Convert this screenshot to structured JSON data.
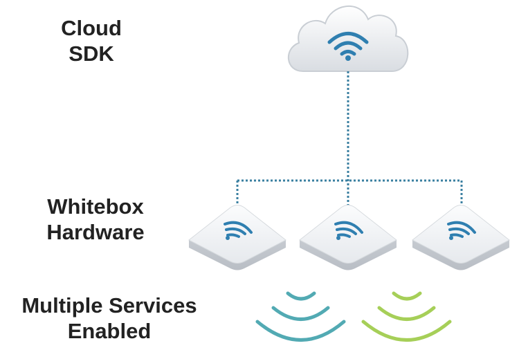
{
  "labels": {
    "cloud": [
      "Cloud",
      "SDK"
    ],
    "hardware": [
      "Whitebox",
      "Hardware"
    ],
    "services": [
      "Multiple Services",
      "Enabled"
    ]
  },
  "icons": {
    "cloud": "cloud-wifi-icon",
    "access_points": [
      "access-point-icon",
      "access-point-icon",
      "access-point-icon"
    ],
    "signals": [
      "wifi-signal-teal-icon",
      "wifi-signal-green-icon"
    ]
  },
  "colors": {
    "text": "#222222",
    "connector": "#3a7fa0",
    "wifi_blue": "#2f7fb0",
    "signal_teal": "#52aab3",
    "signal_green": "#a6cf58",
    "device": "#eef0f3"
  }
}
